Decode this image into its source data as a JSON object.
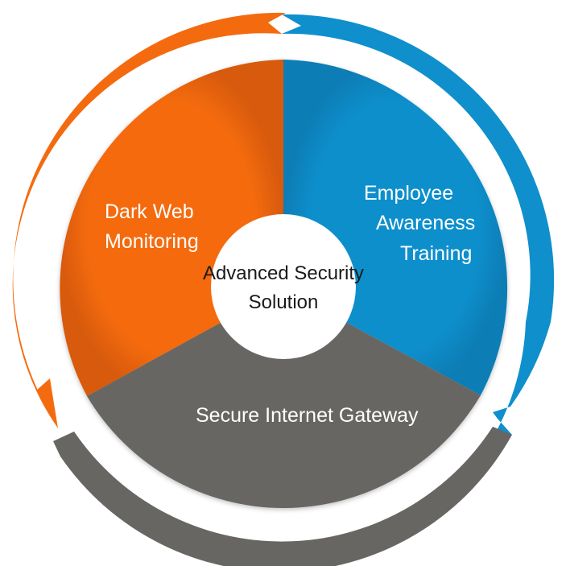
{
  "center": {
    "line1": "Advanced Security",
    "line2": "Solution"
  },
  "segments": {
    "dark_web": {
      "line1": "Dark Web",
      "line2": "Monitoring"
    },
    "employee": {
      "line1": "Employee",
      "line2": "Awareness",
      "line3": "Training"
    },
    "gateway": {
      "line1": "Secure Internet Gateway"
    }
  },
  "colors": {
    "orange": "#f46b0f",
    "blue": "#0f8fcc",
    "gray": "#676663",
    "center_fill": "#ffffff"
  }
}
